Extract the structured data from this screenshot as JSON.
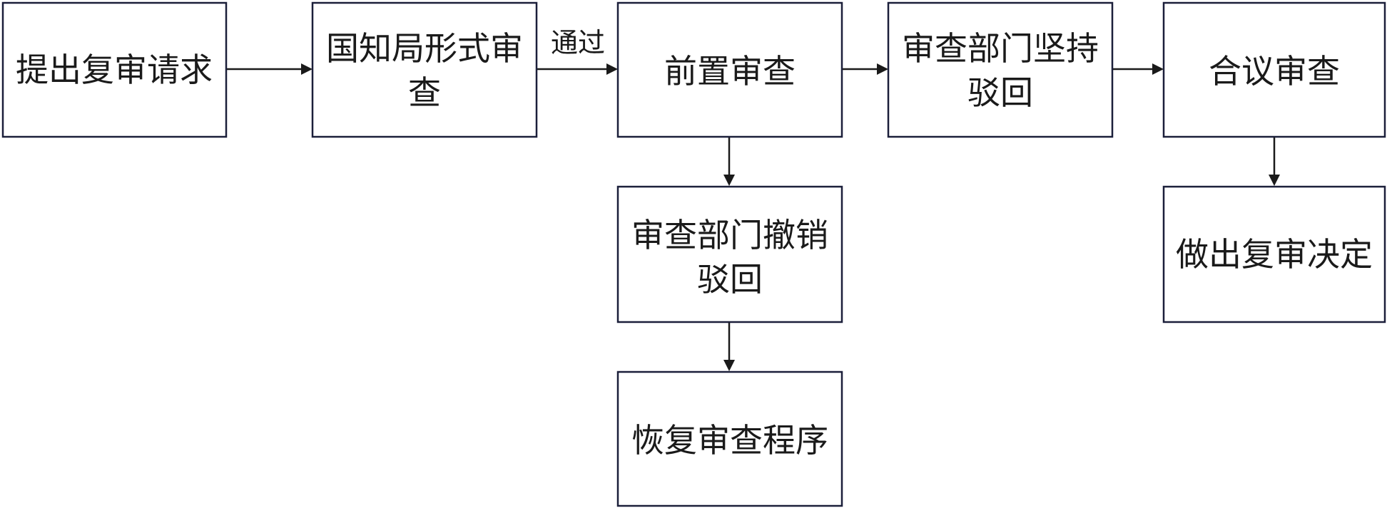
{
  "nodes": {
    "submit_request": "提出复审请求",
    "cnipa_formal_review": [
      "国知局形式审",
      "查"
    ],
    "pre_review": "前置审查",
    "dept_maintains_rejection": [
      "审查部门坚持",
      "驳回"
    ],
    "collegial_review": "合议审查",
    "dept_revokes_rejection": [
      "审查部门撤销",
      "驳回"
    ],
    "make_reexam_decision": "做出复审决定",
    "resume_examination": "恢复审查程序"
  },
  "edges": {
    "pass_label": "通过"
  },
  "colors": {
    "box_stroke": "#1b1f3a",
    "arrow": "#1a1a1a",
    "text": "#1a1a1a"
  }
}
